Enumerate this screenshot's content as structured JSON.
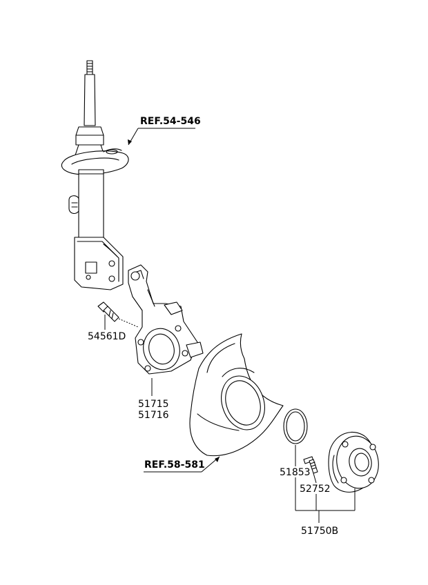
{
  "labels": {
    "ref_54_546": "REF.54-546",
    "ref_58_581": "REF.58-581",
    "p54561D": "54561D",
    "p51715": "51715",
    "p51716": "51716",
    "p51853": "51853",
    "p52752": "52752",
    "p51750B": "51750B"
  },
  "colors": {
    "line": "#000000",
    "background": "#ffffff"
  }
}
